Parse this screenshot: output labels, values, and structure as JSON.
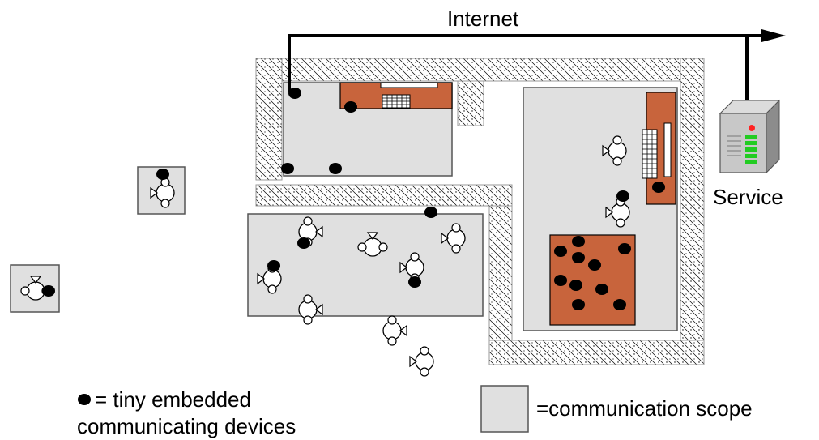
{
  "labels": {
    "internet": "Internet",
    "service": "Service",
    "legend_device_line1": "= tiny embedded",
    "legend_device_line2": "communicating devices",
    "legend_scope": "=communication scope"
  },
  "colors": {
    "scope_fill": "#e0e0e0",
    "furniture": "#c8643c",
    "device": "#000000",
    "wall_hatch": "#000000",
    "server_body": "#c0c0c0",
    "server_led_green": "#22cc22",
    "server_led_red": "#ff2222"
  },
  "icons": {
    "device": "black-dot",
    "person": "person-top-view-icon",
    "server": "server-icon",
    "arrow": "arrow-right-icon"
  }
}
